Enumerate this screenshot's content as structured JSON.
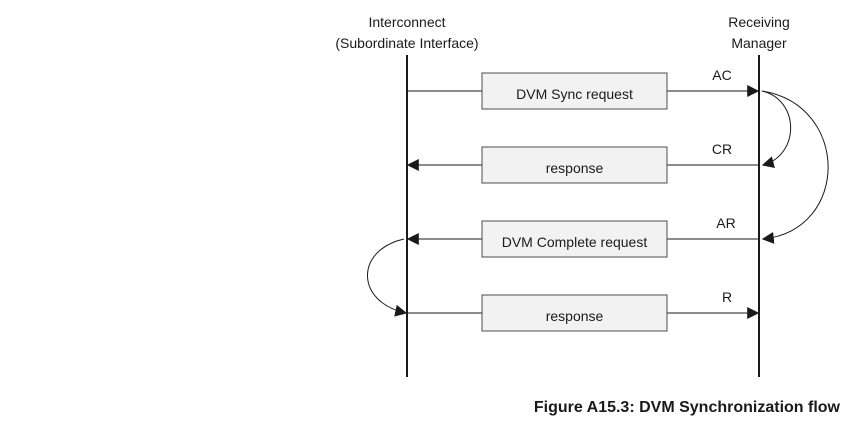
{
  "actors": {
    "left": {
      "line1": "Interconnect",
      "line2": "(Subordinate Interface)"
    },
    "right": {
      "line1": "Receiving",
      "line2": "Manager"
    }
  },
  "messages": [
    {
      "label": "DVM Sync request",
      "channel": "AC",
      "direction": "to-manager"
    },
    {
      "label": "response",
      "channel": "CR",
      "direction": "to-interconnect"
    },
    {
      "label": "DVM Complete request",
      "channel": "AR",
      "direction": "to-interconnect"
    },
    {
      "label": "response",
      "channel": "R",
      "direction": "to-manager"
    }
  ],
  "caption": "Figure A15.3: DVM Synchronization flow",
  "colors": {
    "line": "#1a1a1a",
    "box_fill": "#f2f2f2",
    "box_stroke": "#4d4d4d"
  }
}
